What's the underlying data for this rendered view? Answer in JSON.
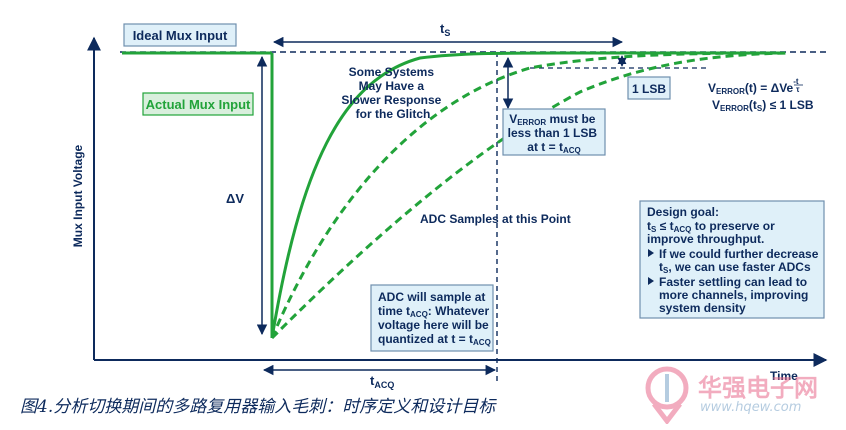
{
  "labels": {
    "ideal_mux_input": "Ideal Mux Input",
    "actual_mux_input": "Actual Mux Input",
    "ts": "t",
    "ts_sub": "S",
    "some_systems": [
      "Some Systems",
      "May Have a",
      "Slower Response",
      "for the Glitch"
    ],
    "delta_v": "ΔV",
    "one_lsb": "1 LSB",
    "v_error_prefix": "V",
    "v_error_sub": "ERROR",
    "v_error_eq_rest": "(t) = ΔVe",
    "v_error_exp": "-t",
    "v_error_exp_den": "τ",
    "v_error_ts_rest1": "(t",
    "v_error_ts_sub": "S",
    "v_error_ts_rest2": ") ≤ 1 LSB",
    "verror_box": {
      "line1_prefix": "V",
      "line1_sub": "ERROR",
      "line1_rest": " must be",
      "line2": "less than 1 LSB",
      "line3_prefix": "at t = t",
      "line3_sub": "ACQ"
    },
    "adc_samples": "ADC Samples at this Point",
    "adc_sample_box": {
      "line1": "ADC will sample at",
      "line2_prefix": "time t",
      "line2_sub": "ACQ",
      "line2_rest": ": Whatever",
      "line3": "voltage here will be",
      "line4_prefix": "quantized at t = t",
      "line4_sub": "ACQ"
    },
    "design_goal": {
      "title": "Design goal:",
      "l1_prefix": "t",
      "l1_sub": "S",
      "l1_mid": " ≤ t",
      "l1_sub2": "ACQ",
      "l1_rest": " to preserve or",
      "l2": "improve throughput.",
      "b1_l1": "If we could further decrease",
      "b1_l2_prefix": "t",
      "b1_l2_sub": "S",
      "b1_l2_rest": ", we can use faster ADCs",
      "b2_l1": "Faster settling can lead to",
      "b2_l2": "more channels, improving",
      "b2_l3": "system density"
    },
    "y_axis": "Mux Input Voltage",
    "x_axis": "Time",
    "tacq": "t",
    "tacq_sub": "ACQ"
  },
  "caption": "图4.分析切换期间的多路复用器输入毛刺：时序定义和设计目标",
  "watermark": {
    "name": "华强电子网",
    "url": "www.hqew.com"
  },
  "colors": {
    "navy": "#0d2a5c",
    "green": "#22a33a",
    "box_fill": "#dff0f9",
    "box_stroke": "#6f8fae",
    "green_box_fill": "#d9efdd"
  }
}
